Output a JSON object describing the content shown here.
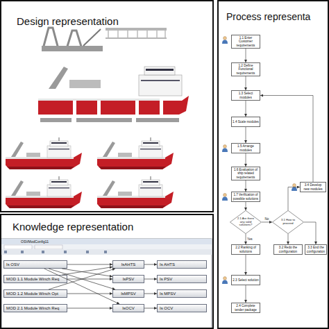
{
  "diagram": {
    "nodes": [
      {
        "text": [
          "Design representation"
        ]
      },
      {
        "text": [
          "Process representa"
        ]
      },
      {
        "text": [
          "Knowledge representation"
        ]
      },
      {
        "text": [
          "1.1 Enter Customer requirements"
        ],
        "in": 1
      },
      {
        "text": [
          "1.2 Define Functional requirements"
        ],
        "in": 1
      },
      {
        "text": [
          "1.3 Select modules"
        ],
        "in": 1
      },
      {
        "text": [
          "1.4 Scale modules"
        ],
        "in": 1
      },
      {
        "text": [
          "1.5 Arrange modules"
        ],
        "in": 1
      },
      {
        "text": [
          "1.6 Evaluation of ship related requirements"
        ],
        "in": 1
      },
      {
        "text": [
          "1.7 Verification of possible solutions"
        ],
        "in": 1
      },
      {
        "text": [
          "2.1 Are there any valid solutions?"
        ],
        "in": 1
      },
      {
        "text": [
          "3.4 Develop new modules"
        ],
        "in": 1
      },
      {
        "text": [
          "3.1 How to proceed"
        ],
        "in": 1
      },
      {
        "text": [
          "2.2 Ranking of solutions"
        ],
        "in": 1
      },
      {
        "text": [
          "3.2 Redo the configuration"
        ],
        "in": 1
      },
      {
        "text": [
          "3.3 End the configuration"
        ],
        "in": 1
      },
      {
        "text": [
          "2.3 Select solution"
        ],
        "in": 1
      },
      {
        "text": [
          "2.4 Complete tender package"
        ],
        "in": 1
      },
      {
        "text": [
          "Is OSV"
        ],
        "in": 2
      },
      {
        "text": [
          "IsAHTS"
        ],
        "in": 2
      },
      {
        "text": [
          "Is AHTS"
        ],
        "in": 2
      },
      {
        "text": [
          "MOD 1.1 Module Winch Req"
        ],
        "in": 2
      },
      {
        "text": [
          "IsPSV"
        ],
        "in": 2
      },
      {
        "text": [
          "Is PSV"
        ],
        "in": 2
      },
      {
        "text": [
          "MOD 1.2 Module Winch Opt"
        ],
        "in": 2
      },
      {
        "text": [
          "IsMPSV"
        ],
        "in": 2
      },
      {
        "text": [
          "Is MPSV"
        ],
        "in": 2
      },
      {
        "text": [
          "MOD 2.1 Module Winch Req"
        ],
        "in": 2
      },
      {
        "text": [
          "IsOCV"
        ],
        "in": 2
      },
      {
        "text": [
          "Is OCV"
        ],
        "in": 2
      }
    ],
    "edges": [
      {
        "from": 3,
        "to": 4,
        "arrow": "to"
      },
      {
        "from": 4,
        "to": 5,
        "arrow": "to"
      },
      {
        "from": 5,
        "to": 6,
        "arrow": "to"
      },
      {
        "from": 6,
        "to": 7,
        "arrow": "to"
      },
      {
        "from": 7,
        "to": 8,
        "arrow": "to"
      },
      {
        "from": 8,
        "to": 9,
        "arrow": "to"
      },
      {
        "from": 9,
        "to": 10,
        "arrow": "to"
      },
      {
        "from": 10,
        "to": 13,
        "label": "Yes",
        "arrow": "to"
      },
      {
        "from": 10,
        "to": 12,
        "label": "No",
        "arrow": "to"
      },
      {
        "from": 12,
        "to": 11,
        "arrow": "to"
      },
      {
        "from": 11,
        "to": 5,
        "arrow": "to"
      },
      {
        "from": 12,
        "to": 14,
        "arrow": "to"
      },
      {
        "from": 12,
        "to": 15,
        "arrow": "to"
      },
      {
        "from": 13,
        "to": 16,
        "arrow": "to"
      },
      {
        "from": 16,
        "to": 17,
        "arrow": "to"
      },
      {
        "from": 18,
        "to": 19,
        "arrow": "to"
      },
      {
        "from": 18,
        "to": 22,
        "arrow": "to"
      },
      {
        "from": 18,
        "to": 25,
        "arrow": "to"
      },
      {
        "from": 18,
        "to": 28,
        "arrow": "to"
      },
      {
        "from": 21,
        "to": 19,
        "arrow": "to"
      },
      {
        "from": 21,
        "to": 22,
        "arrow": "to"
      },
      {
        "from": 24,
        "to": 19,
        "arrow": "to"
      },
      {
        "from": 24,
        "to": 25,
        "arrow": "to"
      },
      {
        "from": 27,
        "to": 28,
        "arrow": "to"
      },
      {
        "from": 19,
        "to": 20,
        "arrow": "to"
      },
      {
        "from": 22,
        "to": 23,
        "arrow": "to"
      },
      {
        "from": 25,
        "to": 26,
        "arrow": "to"
      },
      {
        "from": 28,
        "to": 29,
        "arrow": "to"
      }
    ],
    "labels": [
      "OSVModConfig11"
    ]
  }
}
